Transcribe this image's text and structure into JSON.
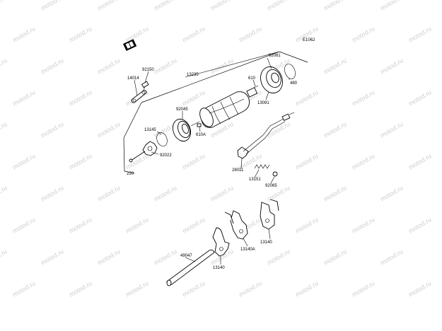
{
  "diagram_code": "E1062",
  "watermark": "motod.ru",
  "labels": {
    "p92150": "92150",
    "p14014": "14014",
    "p13235": "13235",
    "p92081": "92081",
    "p610": "610",
    "p480": "480",
    "p13091": "13091",
    "p92045": "92045",
    "p610a": "610A",
    "p13145": "13145",
    "p92022": "92022",
    "p220": "220",
    "p28011": "28011",
    "p13151": "13151",
    "p92065": "92065",
    "p49047": "49047",
    "p13140a": "13140A",
    "p13140_right": "13140",
    "p13140_left": "13140"
  }
}
